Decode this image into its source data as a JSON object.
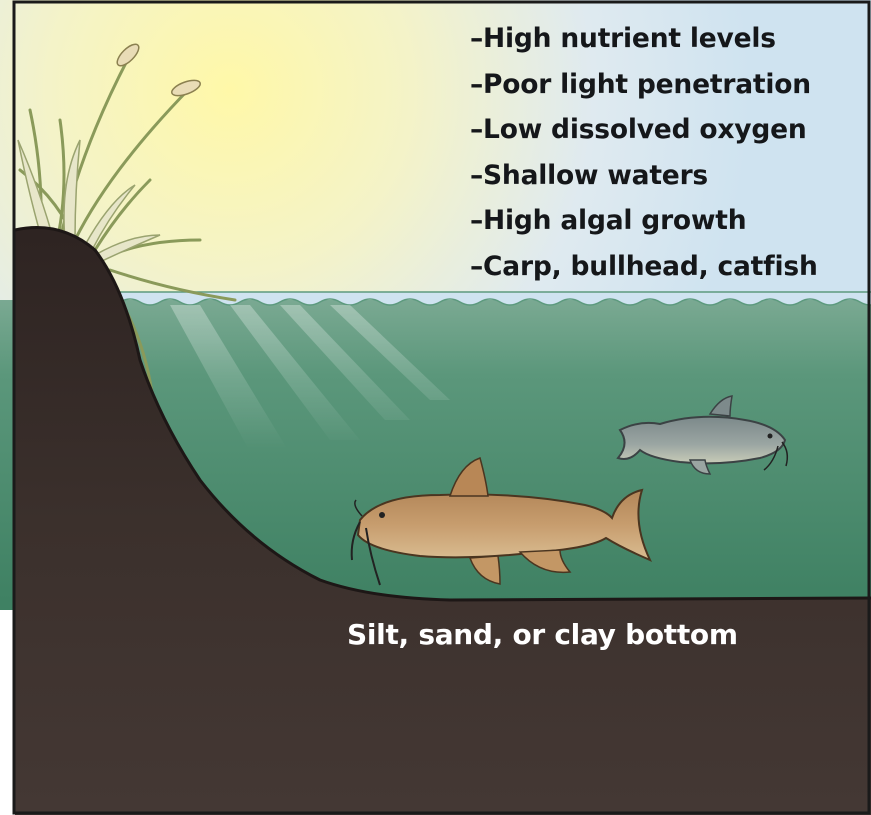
{
  "traits": [
    "–High nutrient levels",
    "–Poor light penetration",
    "–Low dissolved oxygen",
    "–Shallow waters",
    "–High algal growth",
    "–Carp, bullhead, catfish"
  ],
  "bottom_label": "Silt, sand, or clay bottom",
  "colors": {
    "sky_sun": "#fdf4a0",
    "sky_blue": "#d6e8f2",
    "water": "#4f8f72",
    "sediment": "#3a2e2b",
    "frame": "#1a1a1a"
  },
  "illustration": {
    "fish": [
      "bullhead-catfish",
      "channel-catfish"
    ],
    "plants": "cattail-reeds",
    "light": "sun-glow"
  }
}
